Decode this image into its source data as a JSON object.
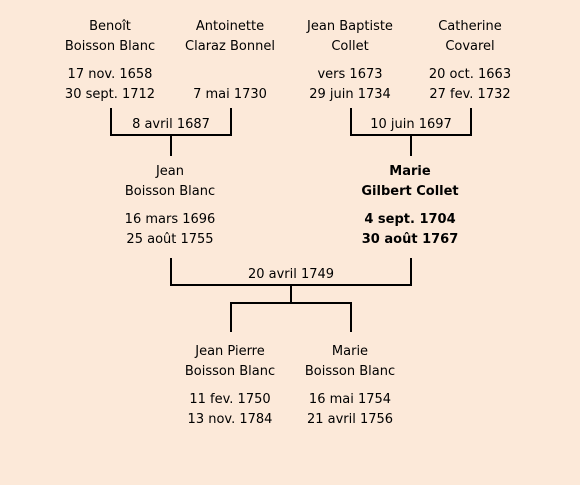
{
  "persons": {
    "benoit": {
      "first": "Benoît",
      "last": "Boisson Blanc",
      "birth": "17 nov. 1658",
      "death": "30 sept. 1712"
    },
    "antoinette": {
      "first": "Antoinette",
      "last": "Claraz Bonnel",
      "birth": "",
      "death": "7 mai 1730"
    },
    "jean_baptiste": {
      "first": "Jean Baptiste",
      "last": "Collet",
      "birth": "vers 1673",
      "death": "29 juin 1734"
    },
    "catherine": {
      "first": "Catherine",
      "last": "Covarel",
      "birth": "20 oct. 1663",
      "death": "27 fev. 1732"
    },
    "jean": {
      "first": "Jean",
      "last": "Boisson Blanc",
      "birth": "16 mars 1696",
      "death": "25 août 1755"
    },
    "marie_gc": {
      "first": "Marie",
      "last": "Gilbert Collet",
      "birth": "4 sept. 1704",
      "death": "30 août 1767"
    },
    "jean_pierre": {
      "first": "Jean Pierre",
      "last": "Boisson Blanc",
      "birth": "11 fev. 1750",
      "death": "13 nov. 1784"
    },
    "marie_bb": {
      "first": "Marie",
      "last": "Boisson Blanc",
      "birth": "16 mai 1754",
      "death": "21 avril 1756"
    }
  },
  "marriages": {
    "m1": "8 avril 1687",
    "m2": "10 juin 1697",
    "m3": "20 avril 1749"
  }
}
